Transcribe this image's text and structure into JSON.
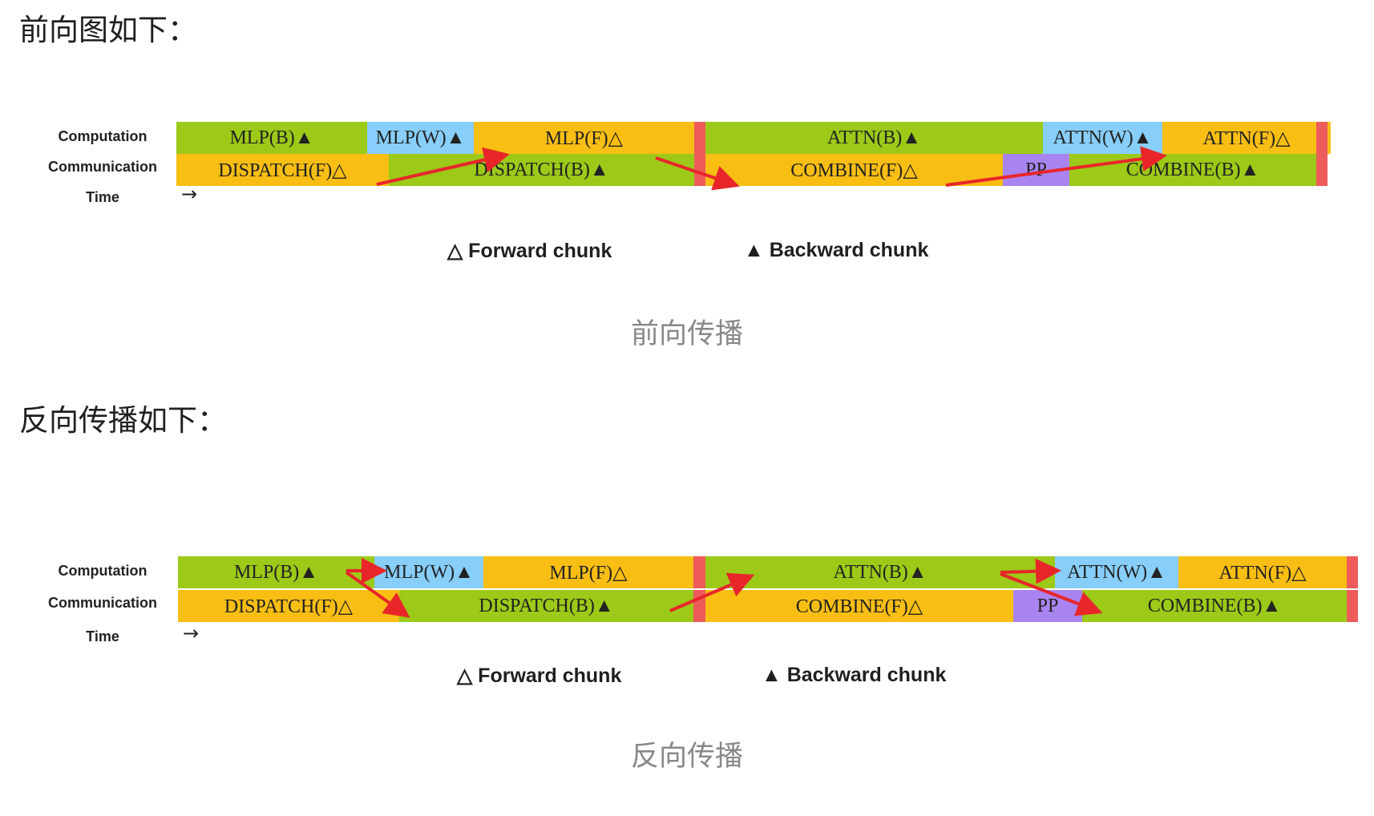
{
  "colors": {
    "green": "#9dc918",
    "yellow": "#f9be14",
    "blue": "#87cefa",
    "purple": "#a984f0",
    "red": "#ee5b5b",
    "arrow": "#e8262a"
  },
  "sections": [
    {
      "heading": "前向图如下：",
      "caption": "前向传播",
      "labels": {
        "computation": "Computation",
        "communication": "Communication",
        "time": "Time"
      },
      "time_arrow": "→",
      "legend": {
        "forward": "△ Forward chunk",
        "backward": "▲ Backward chunk"
      },
      "computation": [
        {
          "label": "MLP(B)▲",
          "color": "green"
        },
        {
          "label": "MLP(W)▲",
          "color": "blue"
        },
        {
          "label": "MLP(F)△",
          "color": "yellow"
        },
        {
          "label": "",
          "color": "red"
        },
        {
          "label": "ATTN(B)▲",
          "color": "green"
        },
        {
          "label": "ATTN(W)▲",
          "color": "blue"
        },
        {
          "label": "ATTN(F)△",
          "color": "yellow"
        },
        {
          "label": "",
          "color": "red"
        }
      ],
      "communication": [
        {
          "label": "DISPATCH(F)△",
          "color": "yellow"
        },
        {
          "label": "DISPATCH(B)▲",
          "color": "green"
        },
        {
          "label": "",
          "color": "red"
        },
        {
          "label": "COMBINE(F)△",
          "color": "yellow"
        },
        {
          "label": "PP",
          "color": "purple"
        },
        {
          "label": "COMBINE(B)▲",
          "color": "green"
        },
        {
          "label": "",
          "color": "red"
        }
      ]
    },
    {
      "heading": "反向传播如下：",
      "caption": "反向传播",
      "labels": {
        "computation": "Computation",
        "communication": "Communication",
        "time": "Time"
      },
      "time_arrow": "→",
      "legend": {
        "forward": "△ Forward chunk",
        "backward": "▲ Backward chunk"
      },
      "computation": [
        {
          "label": "MLP(B)▲",
          "color": "green"
        },
        {
          "label": "MLP(W)▲",
          "color": "blue"
        },
        {
          "label": "MLP(F)△",
          "color": "yellow"
        },
        {
          "label": "",
          "color": "red"
        },
        {
          "label": "ATTN(B)▲",
          "color": "green"
        },
        {
          "label": "ATTN(W)▲",
          "color": "blue"
        },
        {
          "label": "ATTN(F)△",
          "color": "yellow"
        },
        {
          "label": "",
          "color": "red"
        }
      ],
      "communication": [
        {
          "label": "DISPATCH(F)△",
          "color": "yellow"
        },
        {
          "label": "DISPATCH(B)▲",
          "color": "green"
        },
        {
          "label": "",
          "color": "red"
        },
        {
          "label": "COMBINE(F)△",
          "color": "yellow"
        },
        {
          "label": "PP",
          "color": "purple"
        },
        {
          "label": "COMBINE(B)▲",
          "color": "green"
        },
        {
          "label": "",
          "color": "red"
        }
      ]
    }
  ]
}
